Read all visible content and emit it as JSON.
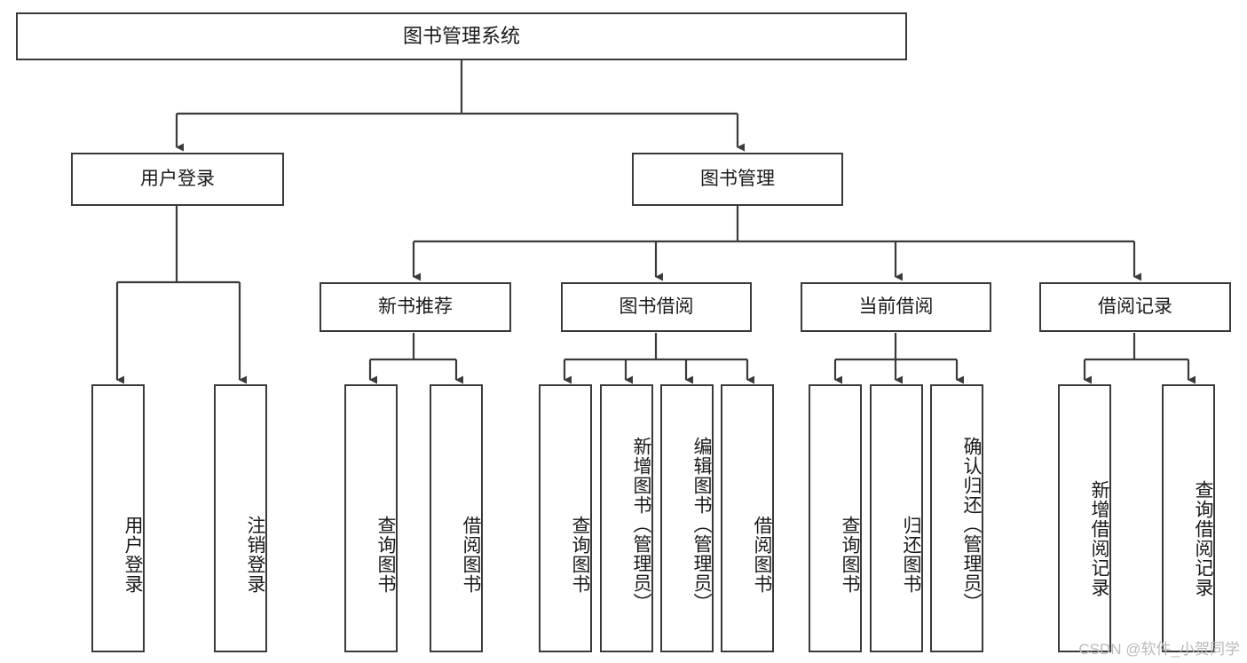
{
  "diagram": {
    "title": "图书管理系统",
    "type": "tree",
    "watermark": "CSDN @软件_小贺同学",
    "colors": {
      "stroke": "#3a3a3a",
      "fill": "#ffffff",
      "text": "#1a1a1a",
      "watermark": "#b9b9b9"
    },
    "nodes": {
      "root": {
        "label": "图书管理系统"
      },
      "level2": [
        {
          "id": "user-login",
          "label": "用户登录"
        },
        {
          "id": "book-manage",
          "label": "图书管理"
        }
      ],
      "level3": [
        {
          "id": "new-book-rec",
          "label": "新书推荐"
        },
        {
          "id": "book-borrow",
          "label": "图书借阅"
        },
        {
          "id": "current-borrow",
          "label": "当前借阅"
        },
        {
          "id": "borrow-record",
          "label": "借阅记录"
        }
      ],
      "leaves": {
        "user-login": [
          {
            "id": "leaf-user-login",
            "label": "用户登录"
          },
          {
            "id": "leaf-user-logout",
            "label": "注销登录"
          }
        ],
        "new-book-rec": [
          {
            "id": "leaf-query-book-1",
            "label": "查询图书"
          },
          {
            "id": "leaf-borrow-book-1",
            "label": "借阅图书"
          }
        ],
        "book-borrow": [
          {
            "id": "leaf-query-book-2",
            "label": "查询图书"
          },
          {
            "id": "leaf-add-book",
            "label": "新增图书（管理员）"
          },
          {
            "id": "leaf-edit-book",
            "label": "编辑图书（管理员）"
          },
          {
            "id": "leaf-borrow-book-2",
            "label": "借阅图书"
          }
        ],
        "current-borrow": [
          {
            "id": "leaf-query-book-3",
            "label": "查询图书"
          },
          {
            "id": "leaf-return-book",
            "label": "归还图书"
          },
          {
            "id": "leaf-confirm-return",
            "label": "确认归还（管理员）"
          }
        ],
        "borrow-record": [
          {
            "id": "leaf-add-record",
            "label": "新增借阅记录"
          },
          {
            "id": "leaf-query-record",
            "label": "查询借阅记录"
          }
        ]
      }
    }
  }
}
